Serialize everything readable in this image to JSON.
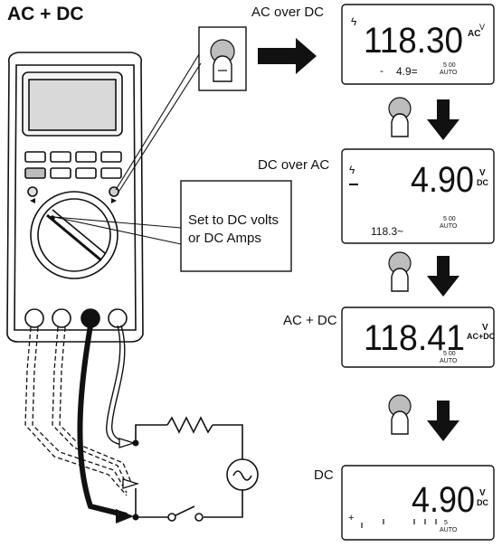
{
  "title": "AC + DC",
  "callout": {
    "line1": "Set to DC volts",
    "line2": "or DC Amps"
  },
  "displays": [
    {
      "label": "AC over DC",
      "main": "118.30",
      "unit_top": "AC",
      "unit_sup": "V",
      "sub": "4.9=",
      "sub_prefix": "-",
      "range_top": "5 00",
      "range_bottom": "AUTO",
      "symbol": "ϟ"
    },
    {
      "label": "DC over AC",
      "main": "4.90",
      "unit_top": "V",
      "unit_sub": "DC",
      "sub": "118.3~",
      "range_top": "5 00",
      "range_bottom": "AUTO",
      "symbol": "ϟ"
    },
    {
      "label": "AC + DC",
      "main": "118.41",
      "unit_top": "V",
      "unit_sub": "AC+DC",
      "range_top": "5 00",
      "range_bottom": "AUTO"
    },
    {
      "label": "DC",
      "main": "4.90",
      "unit_top": "V",
      "unit_sub": "DC",
      "sub_prefix": "+",
      "range_top": "5",
      "range_bottom": "AUTO"
    }
  ],
  "icons": [
    "multimeter-icon",
    "button-press-icon",
    "arrow-right-icon",
    "arrow-down-icon",
    "resistor-icon",
    "ac-source-icon",
    "switch-icon"
  ]
}
